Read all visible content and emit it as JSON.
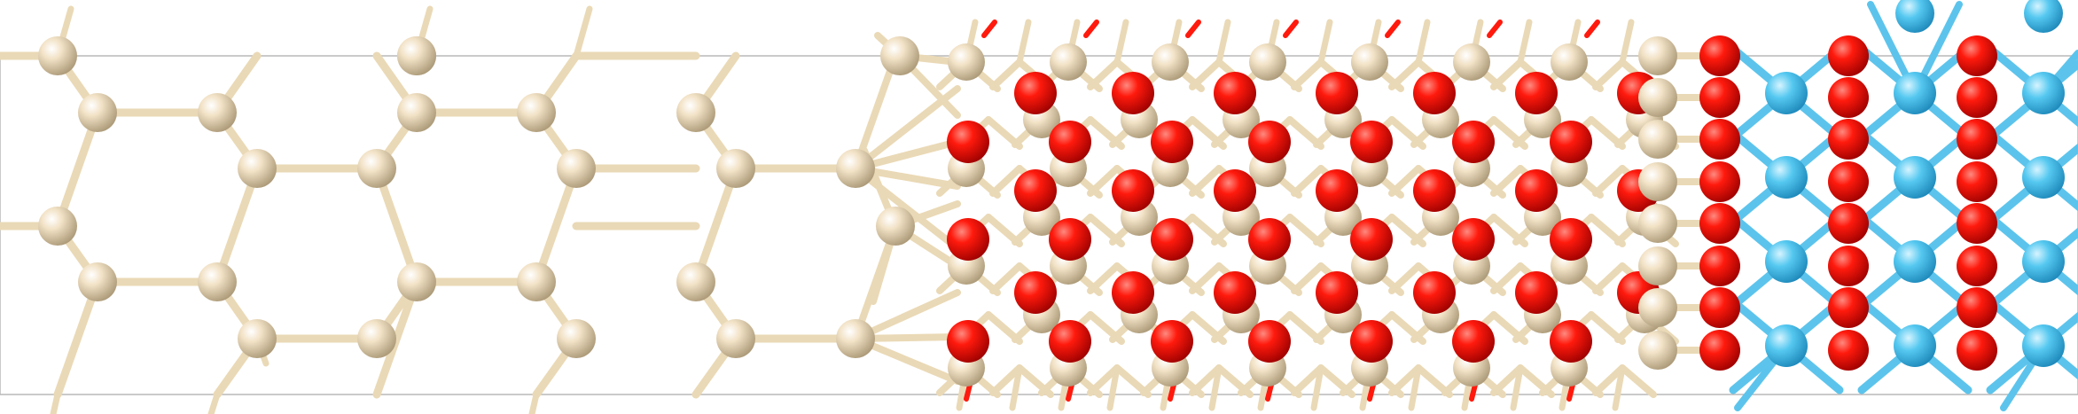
{
  "scene": {
    "regions": [
      "silicon-bulk",
      "silicon-oxide-interface",
      "oxide-layer",
      "metal-oxide-layer"
    ]
  },
  "colors": {
    "background": "#ffffff",
    "cell_outline": "#b9b9b9",
    "silicon": "#f2e2c6",
    "silicon_shade": "#a89674",
    "bond_silicon": "#ead9b6",
    "oxygen": "#ff1a0d",
    "oxygen_shade": "#9a0000",
    "metal": "#55c8f0",
    "metal_shade": "#1b86b8",
    "bond_metal": "#5cc4ec"
  }
}
